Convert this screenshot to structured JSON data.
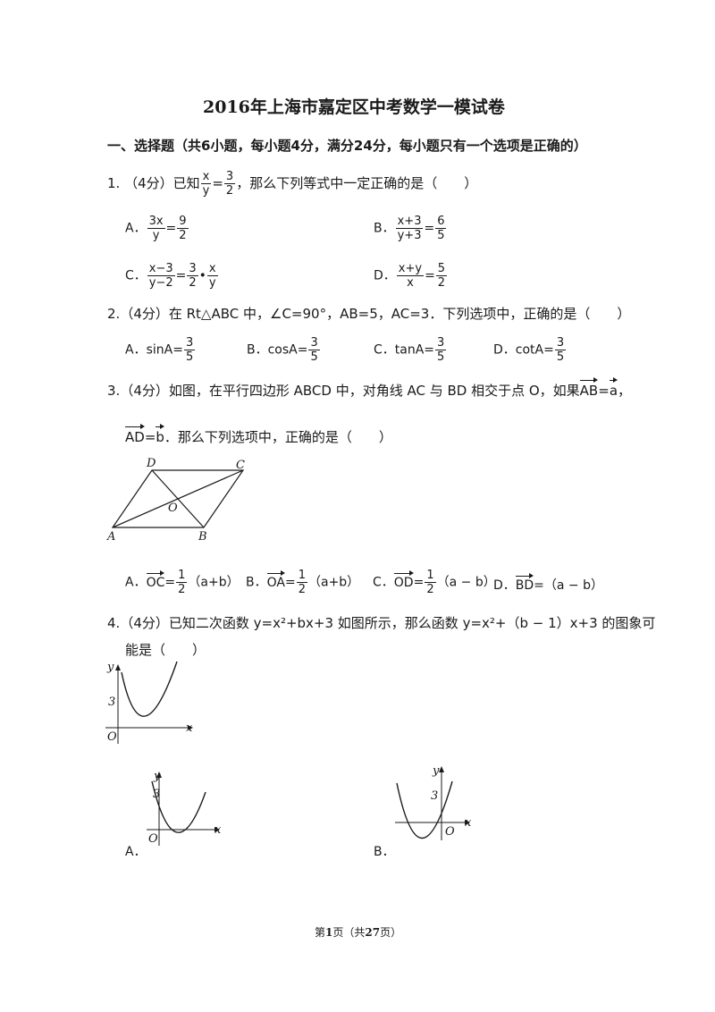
{
  "title": "2016年上海市嘉定区中考数学一模试卷",
  "section1": "一、选择题（共6小题，每小题4分，满分24分，每小题只有一个选项是正确的）",
  "q1": {
    "num": "1.",
    "score": "（4分）已知",
    "frac": {
      "num": "x",
      "den": "y"
    },
    "eq": "=",
    "frac2": {
      "num": "3",
      "den": "2"
    },
    "text": "，那么下列等式中一定正确的是（　　）",
    "options": [
      {
        "label": "A．",
        "a": {
          "num": "3x",
          "den": "y"
        },
        "eq": "=",
        "b": {
          "num": "9",
          "den": "2"
        }
      },
      {
        "label": "B．",
        "a": {
          "num": "x+3",
          "den": "y+3"
        },
        "eq": "=",
        "b": {
          "num": "6",
          "den": "5"
        }
      },
      {
        "label": "C．",
        "a": {
          "num": "x−3",
          "den": "y−2"
        },
        "eq": "=",
        "b": {
          "num": "3",
          "den": "2"
        },
        "dot": "•",
        "c": {
          "num": "x",
          "den": "y"
        }
      },
      {
        "label": "D．",
        "a": {
          "num": "x+y",
          "den": "x"
        },
        "eq": "=",
        "b": {
          "num": "5",
          "den": "2"
        }
      }
    ]
  },
  "q2": {
    "num": "2.",
    "text": "（4分）在 Rt△ABC 中，∠C=90°，AB=5，AC=3．下列选项中，正确的是（　　）",
    "options": [
      {
        "label": "A．",
        "fn": "sinA=",
        "f": {
          "num": "3",
          "den": "5"
        }
      },
      {
        "label": "B．",
        "fn": "cosA=",
        "f": {
          "num": "3",
          "den": "5"
        }
      },
      {
        "label": "C．",
        "fn": "tanA=",
        "f": {
          "num": "3",
          "den": "5"
        }
      },
      {
        "label": "D．",
        "fn": "cotA=",
        "f": {
          "num": "3",
          "den": "5"
        }
      }
    ]
  },
  "q3": {
    "num": "3.",
    "text1": "（4分）如图，在平行四边形 ABCD 中，对角线 AC 与 BD 相交于点 O，如果",
    "vecAB": "AB",
    "eqa": "=",
    "a": "a",
    "comma": "，",
    "vecAD": "AD",
    "eqb": "=",
    "b": "b",
    "text2": "．那么下列选项中，正确的是（　　）",
    "labels": {
      "A": "A",
      "B": "B",
      "C": "C",
      "D": "D",
      "O": "O"
    },
    "options": [
      {
        "label": "A．",
        "v": "OC",
        "eq": "=",
        "f": {
          "num": "1",
          "den": "2"
        },
        "expr": "（a+b）"
      },
      {
        "label": "B．",
        "v": "OA",
        "eq": "=",
        "f": {
          "num": "1",
          "den": "2"
        },
        "expr": "（a+b）"
      },
      {
        "label": "C．",
        "v": "OD",
        "eq": "=",
        "f": {
          "num": "1",
          "den": "2"
        },
        "expr": "（a − b）"
      },
      {
        "label": "D．",
        "v": "BD",
        "eq": "=",
        "expr": "（a − b）"
      }
    ]
  },
  "q4": {
    "num": "4.",
    "text1": "（4分）已知二次函数 y=x²+bx+3 如图所示，那么函数 y=x²+（b − 1）x+3 的图象可",
    "text2": "能是（　　）",
    "axis": {
      "y": "y",
      "x": "x",
      "o": "O",
      "three": "3"
    },
    "options": [
      {
        "label": "A．"
      },
      {
        "label": "B．"
      }
    ]
  },
  "footer": {
    "pre": "第",
    "page": "1",
    "mid": "页（共",
    "total": "27",
    "post": "页）"
  }
}
